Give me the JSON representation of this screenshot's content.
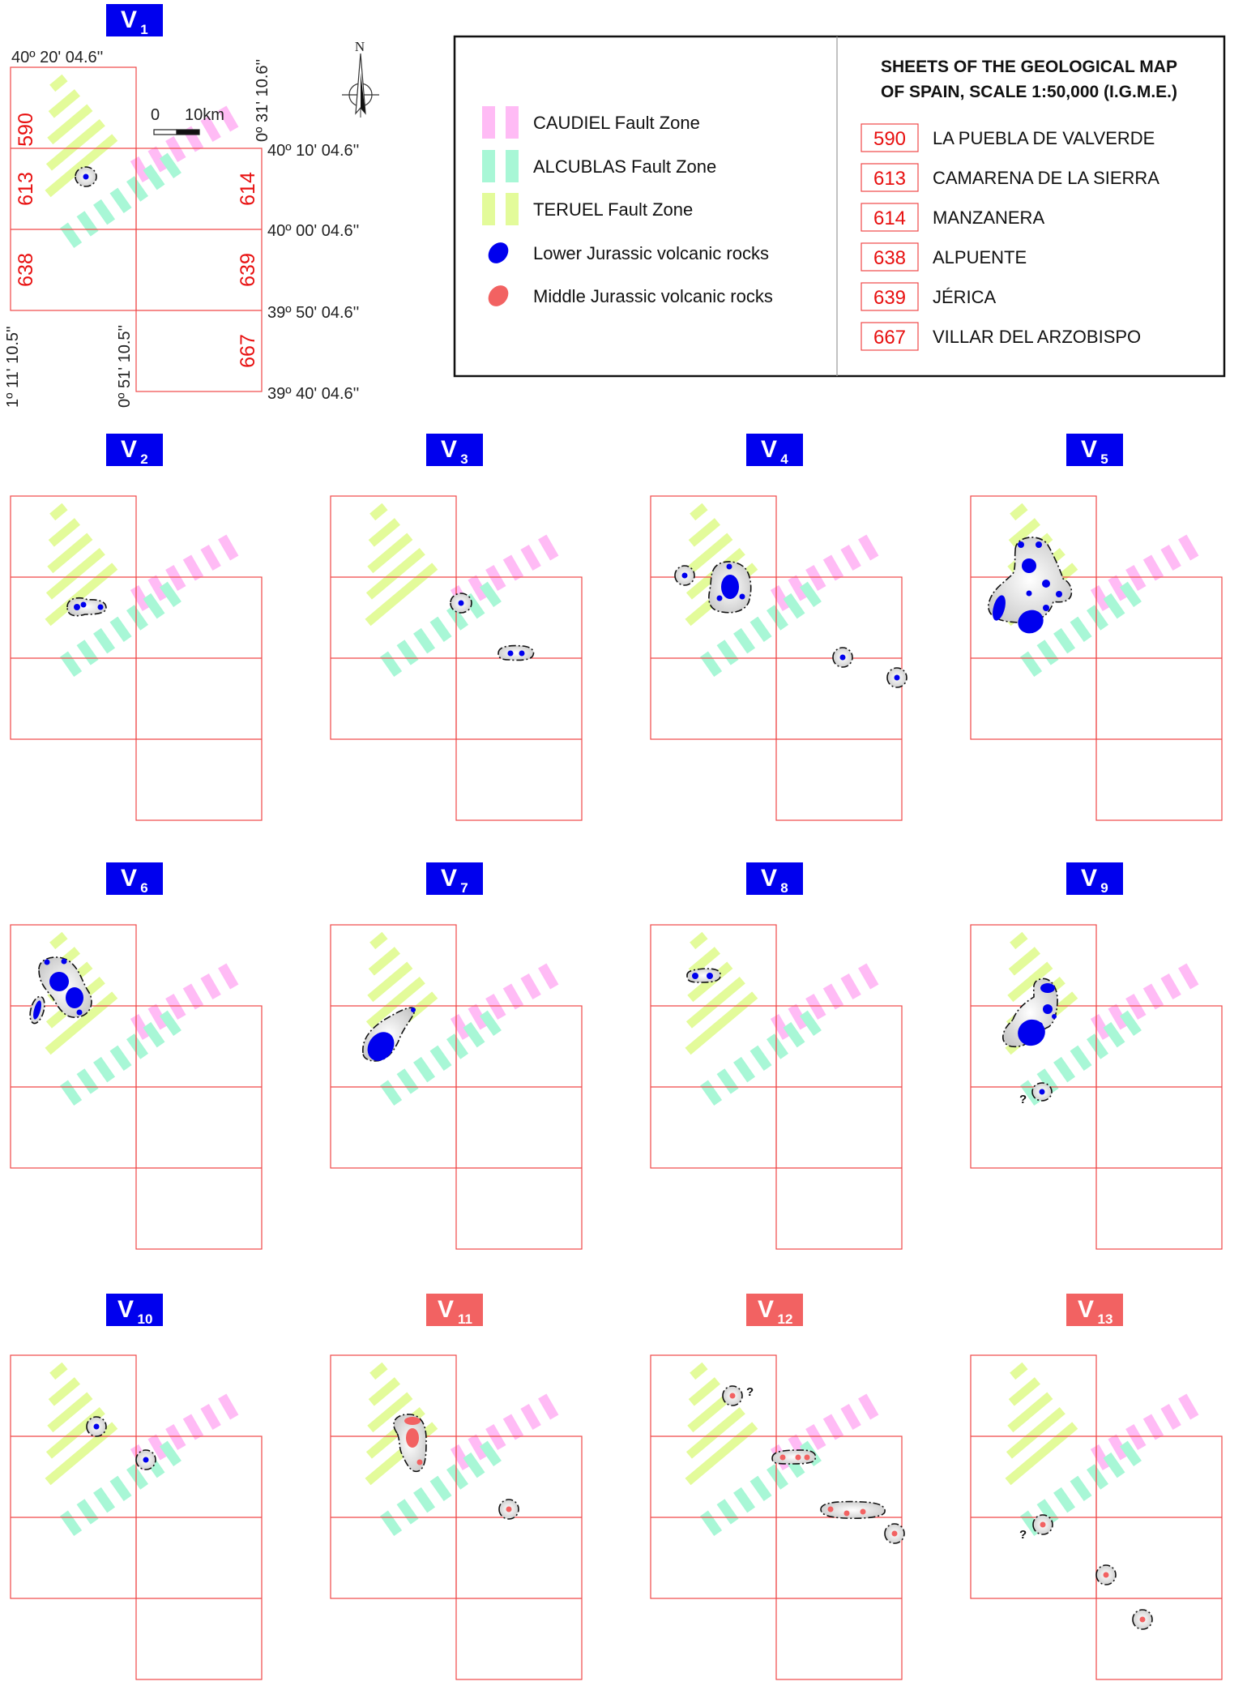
{
  "colors": {
    "caudiel": "#ffbbf5",
    "alcublas": "#a8f7d6",
    "teruel": "#e3fb9a",
    "lower": "#0000ee",
    "middle": "#f26262",
    "grid": "#f04848",
    "badge_lower": "#0000ee",
    "badge_middle": "#f26262",
    "halo": "#e2e2e2"
  },
  "coordinates": {
    "lat_top": "40º 20' 04.6''",
    "lat_1": "40º 10' 04.6''",
    "lat_2": "40º 00' 04.6''",
    "lat_3": "39º 50' 04.6''",
    "lat_4": "39º 40' 04.6''",
    "lon_left": "1º 11' 10.5''",
    "lon_mid": "0º 51' 10.5''",
    "lon_right": "0º 31' 10.6''"
  },
  "scale_bar": {
    "start": "0",
    "end": "10km"
  },
  "north_label": "N",
  "legend": [
    {
      "label": "CAUDIEL Fault Zone",
      "type": "caudiel"
    },
    {
      "label": "ALCUBLAS Fault Zone",
      "type": "alcublas"
    },
    {
      "label": "TERUEL Fault Zone",
      "type": "teruel"
    },
    {
      "label": "Lower Jurassic volcanic rocks",
      "type": "lower"
    },
    {
      "label": "Middle Jurassic volcanic rocks",
      "type": "middle"
    }
  ],
  "sheets_title": [
    "SHEETS OF THE GEOLOGICAL MAP",
    "OF SPAIN, SCALE 1:50,000 (I.G.M.E.)"
  ],
  "sheets": [
    {
      "code": "590",
      "name": "LA PUEBLA DE VALVERDE"
    },
    {
      "code": "613",
      "name": "CAMARENA DE LA SIERRA"
    },
    {
      "code": "614",
      "name": "MANZANERA"
    },
    {
      "code": "638",
      "name": "ALPUENTE"
    },
    {
      "code": "639",
      "name": "JÉRICA"
    },
    {
      "code": "667",
      "name": "VILLAR DEL ARZOBISPO"
    }
  ],
  "panels": [
    {
      "letter": "V",
      "sub": "1",
      "type": "lower"
    },
    {
      "letter": "V",
      "sub": "2",
      "type": "lower"
    },
    {
      "letter": "V",
      "sub": "3",
      "type": "lower"
    },
    {
      "letter": "V",
      "sub": "4",
      "type": "lower"
    },
    {
      "letter": "V",
      "sub": "5",
      "type": "lower"
    },
    {
      "letter": "V",
      "sub": "6",
      "type": "lower"
    },
    {
      "letter": "V",
      "sub": "7",
      "type": "lower"
    },
    {
      "letter": "V",
      "sub": "8",
      "type": "lower"
    },
    {
      "letter": "V",
      "sub": "9",
      "type": "lower"
    },
    {
      "letter": "V",
      "sub": "10",
      "type": "lower"
    },
    {
      "letter": "V",
      "sub": "11",
      "type": "middle"
    },
    {
      "letter": "V",
      "sub": "12",
      "type": "middle"
    },
    {
      "letter": "V",
      "sub": "13",
      "type": "middle"
    }
  ],
  "question_mark": "?"
}
